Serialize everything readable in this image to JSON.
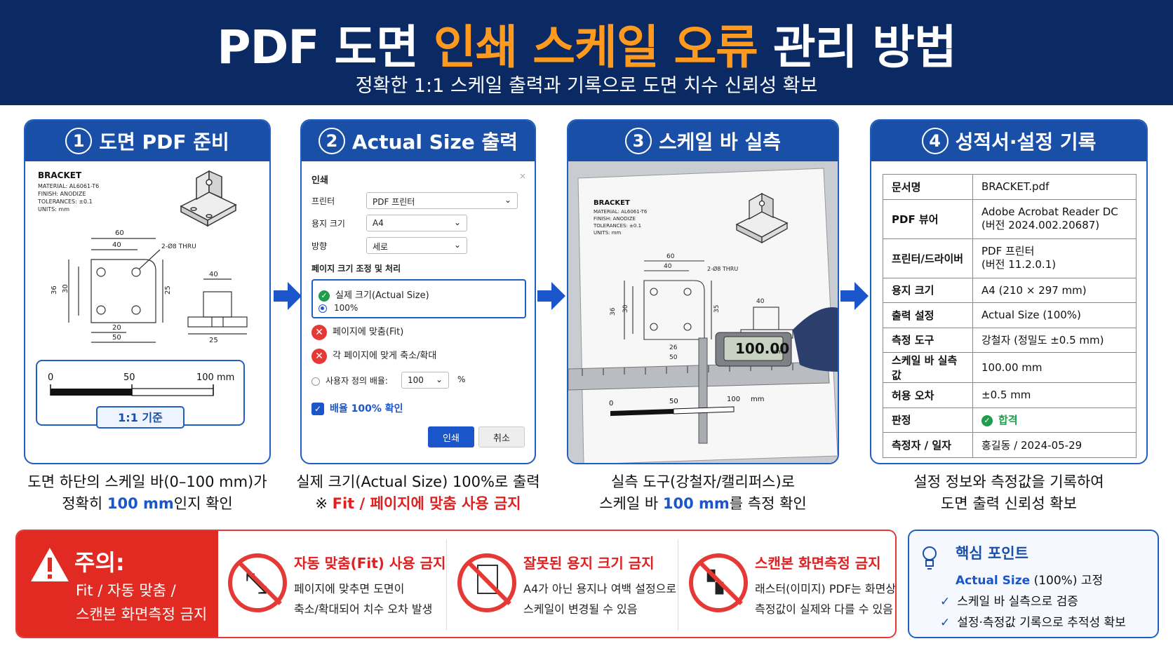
{
  "header": {
    "title_a": "PDF 도면 ",
    "title_hl": "인쇄 스케일 오류",
    "title_b": " 관리 방법",
    "subtitle": "정확한 1:1 스케일 출력과 기록으로 도면 치수 신뢰성 확보"
  },
  "colors": {
    "navy": "#0b2a63",
    "orange": "#ff9a1e",
    "blue": "#1a4fa8",
    "red": "#e02a22",
    "green": "#1e9e4a"
  },
  "step1": {
    "num": "1",
    "title": "도면 PDF 준비",
    "drawing": {
      "name": "BRACKET",
      "material": "MATERIAL: AL6061-T6",
      "finish": "FINISH: ANODIZE",
      "tol": "TOLERANCES: ±0.1",
      "units": "UNITS: mm",
      "d60": "60",
      "d40": "40",
      "hole": "2-Ø8 THRU",
      "d36": "36",
      "d30": "30",
      "d25": "25",
      "d20": "20",
      "d50": "50",
      "d40b": "40",
      "d25b": "25"
    },
    "scale": {
      "t0": "0",
      "t50": "50",
      "t100": "100 mm",
      "badge": "1:1 기준"
    },
    "caption_a": "도면 하단의 스케일 바(0–100 mm)가",
    "caption_b": "정확히 ",
    "caption_hl": "100 mm",
    "caption_c": "인지 확인"
  },
  "step2": {
    "num": "2",
    "title": "Actual Size 출력",
    "dialog": {
      "title": "인쇄",
      "printer_label": "프린터",
      "printer_value": "PDF 프린터",
      "paper_label": "용지 크기",
      "paper_value": "A4",
      "orient_label": "방향",
      "orient_value": "세로",
      "section": "페이지 크기 조정 및 처리",
      "opt_actual": "실제 크기(Actual Size)",
      "opt_actual_pct": "100%",
      "opt_fit": "페이지에 맞춤(Fit)",
      "opt_shrink": "각 페이지에 맞게 축소/확대",
      "opt_custom": "사용자 정의 배율:",
      "custom_value": "100",
      "custom_unit": "%",
      "confirm": "배율 100% 확인",
      "print_btn": "인쇄",
      "cancel_btn": "취소"
    },
    "caption_a": "실제 크기(Actual Size) 100%로 출력",
    "caption_b": "※ ",
    "caption_hl": "Fit / 페이지에 맞춤 사용 금지"
  },
  "step3": {
    "num": "3",
    "title": "스케일 바 실측",
    "photo": {
      "name": "BRACKET",
      "material": "MATERIAL: AL6061-T6",
      "finish": "FINISH: ANODIZE",
      "tol": "TOLERANCES: ±0.1",
      "units": "UNITS: mm",
      "d60": "60",
      "d40": "40",
      "hole": "2-Ø8 THRU",
      "d36": "36",
      "d30": "30",
      "d35": "35",
      "d26": "26",
      "d50": "50",
      "d40b": "40",
      "caliper": "100.00",
      "caliper_unit": "mm",
      "s0": "0",
      "s50": "50",
      "s100": "100",
      "smm": "mm"
    },
    "caption_a": "실측 도구(강철자/캘리퍼스)로",
    "caption_b": "스케일 바 ",
    "caption_hl": "100 mm",
    "caption_c": "를 측정 확인"
  },
  "step4": {
    "num": "4",
    "title": "성적서·설정 기록",
    "rows": [
      {
        "k": "문서명",
        "v": "BRACKET.pdf"
      },
      {
        "k": "PDF 뷰어",
        "v": "Adobe Acrobat Reader DC",
        "v2": "(버전 2024.002.20687)"
      },
      {
        "k": "프린터/드라이버",
        "v": "PDF 프린터",
        "v2": "(버전 11.2.0.1)"
      },
      {
        "k": "용지 크기",
        "v": "A4 (210 × 297 mm)"
      },
      {
        "k": "출력 설정",
        "v": "Actual Size (100%)"
      },
      {
        "k": "측정 도구",
        "v": "강철자 (정밀도 ±0.5 mm)"
      },
      {
        "k": "스케일 바 실측값",
        "v": "100.00 mm"
      },
      {
        "k": "허용 오차",
        "v": "±0.5 mm"
      },
      {
        "k": "판정",
        "v": "합격"
      },
      {
        "k": "측정자 / 일자",
        "v": "홍길동 / 2024-05-29"
      }
    ],
    "caption_a": "설정 정보와 측정값을 기록하여",
    "caption_b": "도면 출력 신뢰성 확보"
  },
  "warning": {
    "title": "주의:",
    "body_a": "Fit / 자동 맞춤 /",
    "body_b": "스캔본 화면측정 금지",
    "items": [
      {
        "h": "자동 맞춤(Fit) 사용 금지",
        "b1": "페이지에 맞추면 도면이",
        "b2": "축소/확대되어 치수 오차 발생",
        "icon": "resize-arrows-icon"
      },
      {
        "h": "잘못된 용지 크기 금지",
        "b1": "A4가 아닌 용지나 여백 설정으로",
        "b2": "스케일이 변경될 수 있음",
        "icon": "document-icon"
      },
      {
        "h": "스캔본 화면측정 금지",
        "b1": "래스터(이미지) PDF는 화면상",
        "b2": "측정값이 실제와 다를 수 있음",
        "icon": "raster-pixels-icon"
      }
    ]
  },
  "keypoints": {
    "title": "핵심 포인트",
    "p1_hl": "Actual Size",
    "p1": " (100%) 고정",
    "p2": "스케일 바 실측으로 검증",
    "p3": "설정·측정값 기록으로 추적성 확보"
  }
}
